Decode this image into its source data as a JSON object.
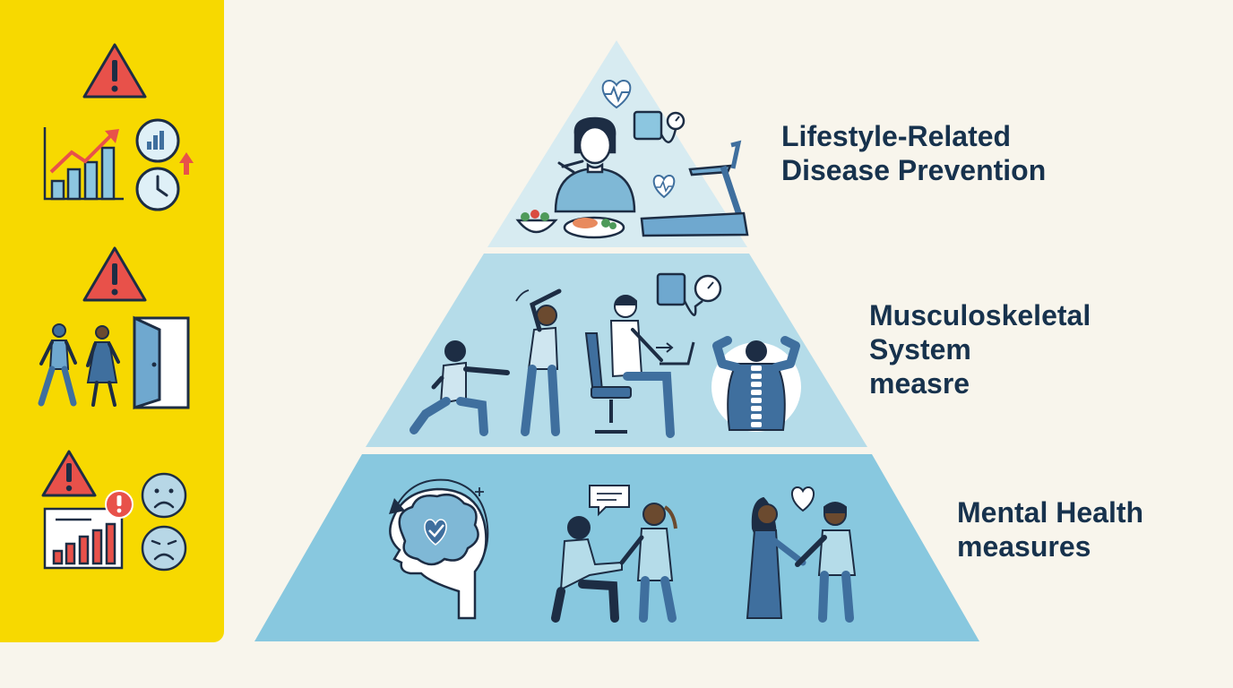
{
  "sidebar": {
    "groups": [
      {
        "topic": "lifestyle-disease-risks",
        "icons": [
          "warning-icon",
          "rising-bar-chart-icon",
          "gauge-icon",
          "clock-icon",
          "up-arrow-icon"
        ]
      },
      {
        "topic": "absenteeism-risks",
        "icons": [
          "warning-icon",
          "walking-man-icon",
          "walking-woman-icon",
          "open-door-icon"
        ]
      },
      {
        "topic": "mental-health-risks",
        "icons": [
          "warning-icon",
          "falling-bar-chart-icon",
          "alert-badge-icon",
          "sad-face-icon",
          "frowning-face-icon"
        ]
      }
    ]
  },
  "pyramid": {
    "top": {
      "label_lines": [
        "Lifestyle-Related",
        "Disease Prevention"
      ],
      "icons": [
        "heart-rate-icon",
        "woman-eating-icon",
        "salad-bowl-icon",
        "meal-plate-icon",
        "blood-pressure-monitor-icon",
        "heart-icon",
        "treadmill-icon"
      ]
    },
    "middle": {
      "label_lines": [
        "Musculoskeletal",
        "System",
        "measre"
      ],
      "icons": [
        "lunge-stretch-icon",
        "side-stretch-icon",
        "desk-worker-icon",
        "laptop-icon",
        "blood-pressure-monitor-icon",
        "spine-back-icon"
      ]
    },
    "bottom": {
      "label_lines": [
        "Mental Health",
        "measures"
      ],
      "icons": [
        "brain-heart-icon",
        "cycle-arrow-icon",
        "speech-bubble-icon",
        "supporting-colleagues-icon",
        "heart-icon",
        "embracing-couple-icon"
      ]
    }
  },
  "colors": {
    "background": "#f8f5ec",
    "sidebar": "#f7d900",
    "tier_top": "#d7ebf1",
    "tier_middle": "#b5dce9",
    "tier_bottom": "#88c8df",
    "label_text": "#17324d",
    "warning": "#e8514a",
    "icon_outline": "#1d2d44",
    "figure_blue": "#3f6f9e"
  }
}
